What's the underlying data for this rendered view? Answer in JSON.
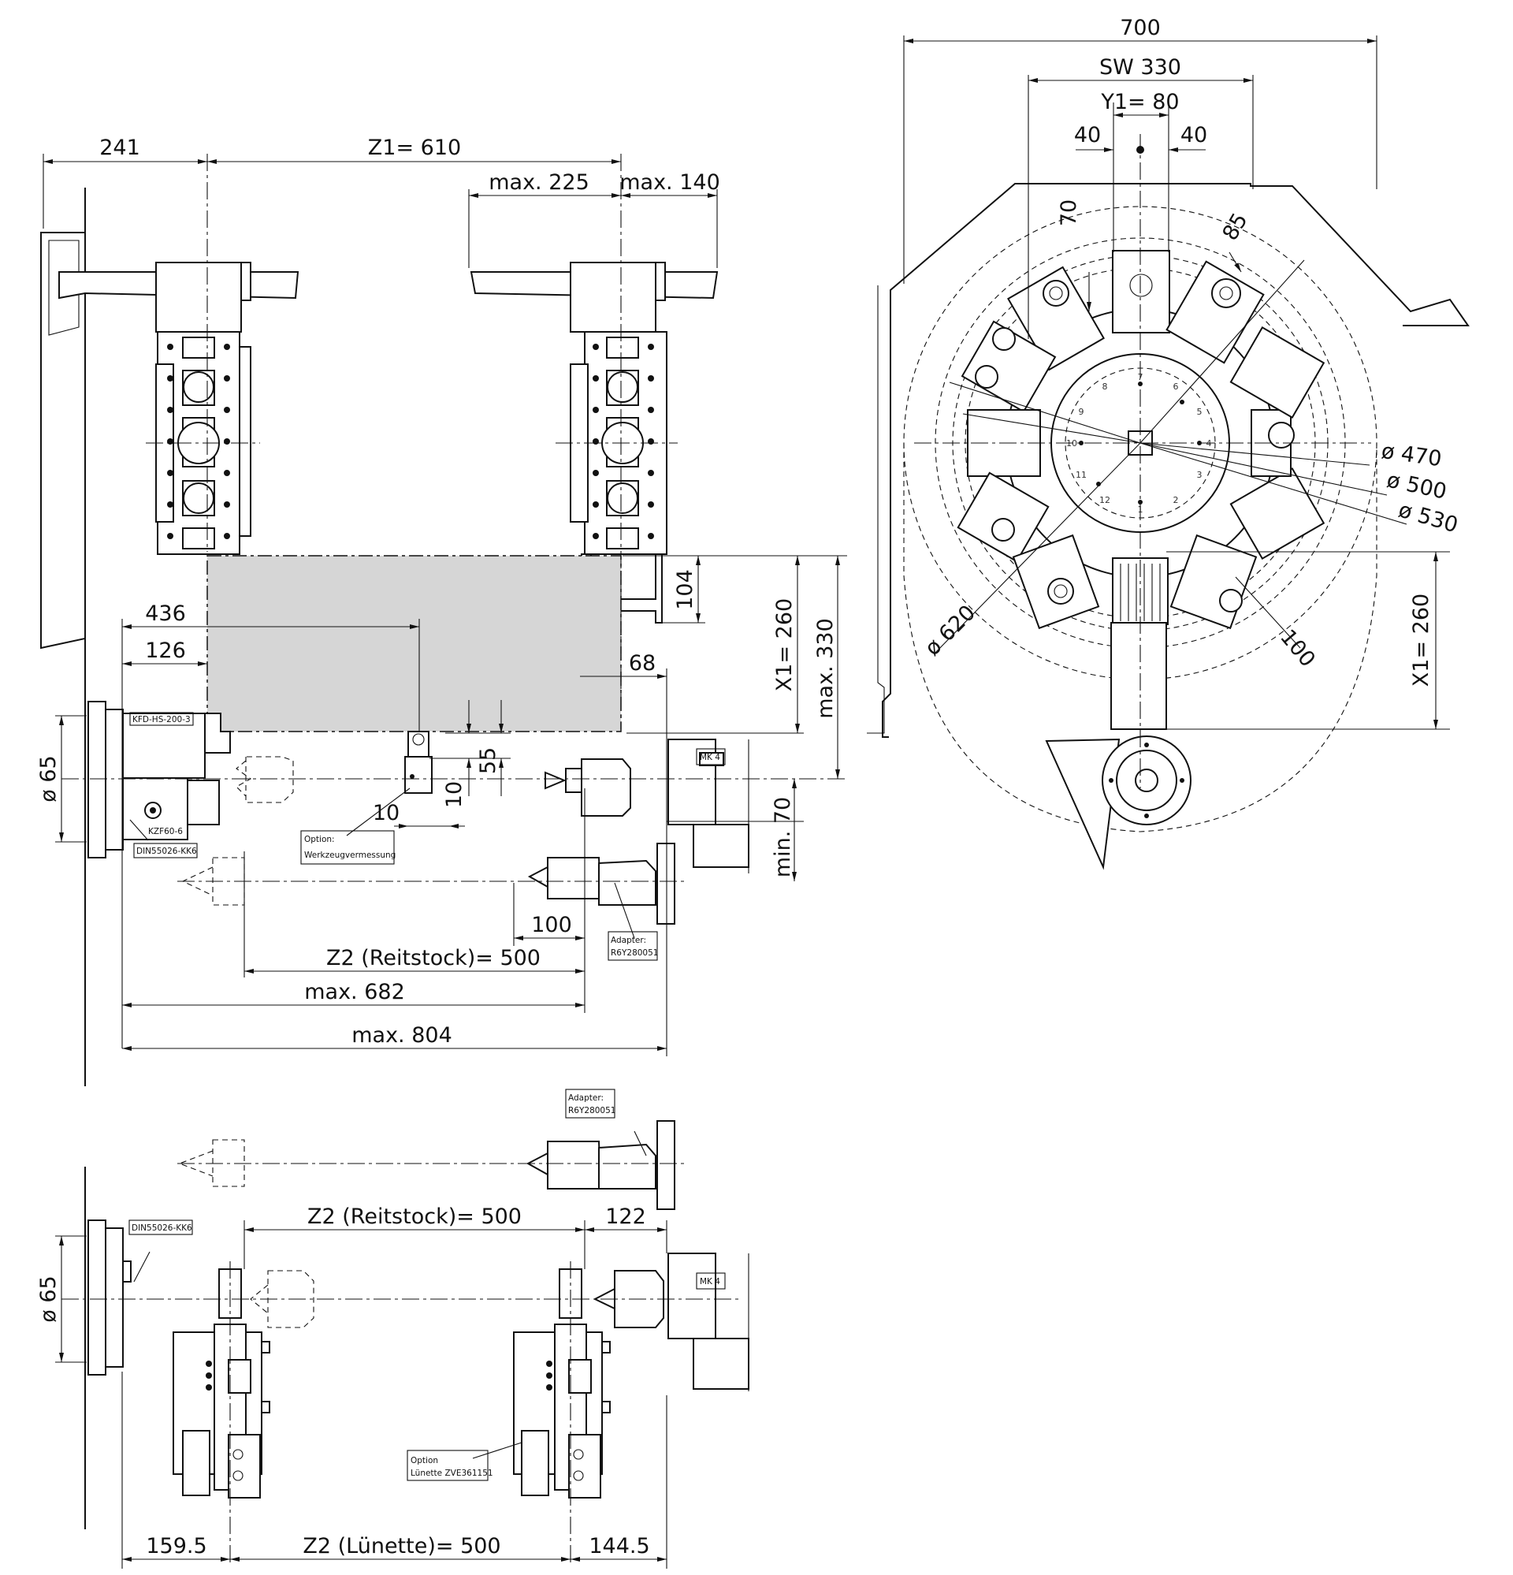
{
  "dimensions": {
    "d241": "241",
    "z1": "Z1= 610",
    "max225": "max. 225",
    "max140": "max. 140",
    "d436": "436",
    "d126": "126",
    "d104": "104",
    "d68": "68",
    "x1_left": "X1= 260",
    "max330": "max. 330",
    "d55": "55",
    "d10a": "10",
    "d10b": "10",
    "dia65_top": "ø 65",
    "min70": "min. 70",
    "d100": "100",
    "z2_reitstock_top": "Z2 (Reitstock)= 500",
    "max682": "max. 682",
    "max804": "max. 804",
    "d700": "700",
    "sw330": "SW 330",
    "y1": "Y1= 80",
    "d40a": "40",
    "d40b": "40",
    "d70": "70",
    "d85": "85",
    "dia470": "ø 470",
    "dia500": "ø 500",
    "dia530": "ø 530",
    "dia620": "ø 620",
    "d100r": "100",
    "x1_right": "X1= 260",
    "dia65_bottom": "ø 65",
    "z2_reitstock_bottom": "Z2 (Reitstock)= 500",
    "d122": "122",
    "d159": "159.5",
    "z2_lunette": "Z2 (Lünette)= 500",
    "d144": "144.5"
  },
  "labels": {
    "kfd": "KFD-HS-200-3",
    "kzf": "KZF60-6",
    "din_top": "DIN55026-KK6",
    "option_title": "Option:",
    "option_text": "Werkzeugvermessung",
    "mk4_top": "MK 4",
    "adapter1_title": "Adapter:",
    "adapter1_code": "R6Y280051",
    "adapter2_title": "Adapter:",
    "adapter2_code": "R6Y280051",
    "din_bottom": "DIN55026-KK6",
    "mk4_bottom": "MK 4",
    "lunette_title": "Option",
    "lunette_code": "Lünette ZVE361151"
  },
  "turret_numbers": [
    "1",
    "2",
    "3",
    "4",
    "5",
    "6",
    "7",
    "8",
    "9",
    "10",
    "11",
    "12"
  ]
}
